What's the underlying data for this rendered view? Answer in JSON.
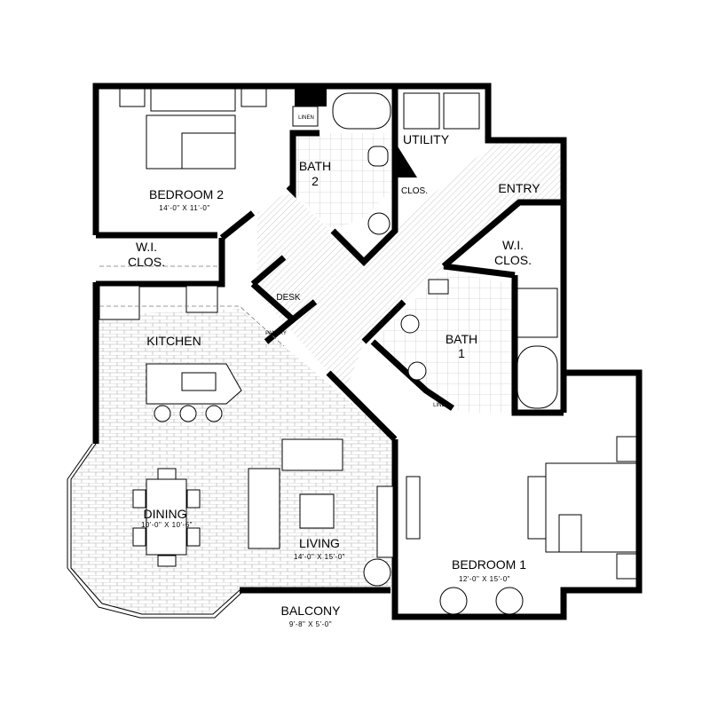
{
  "rooms": {
    "bedroom2": {
      "name": "BEDROOM 2",
      "dims": "14'-0\" X 11'-0\""
    },
    "wi_closet_2": {
      "line1": "W.I.",
      "line2": "CLOS."
    },
    "linen_2": "LINEN",
    "bath2": {
      "line1": "BATH",
      "line2": "2"
    },
    "utility": "UTILITY",
    "closet": "CLOS.",
    "entry": "ENTRY",
    "wi_closet_1": {
      "line1": "W.I.",
      "line2": "CLOS."
    },
    "desk": "DESK",
    "pantry": "PANTRY",
    "kitchen": "KITCHEN",
    "bath1": {
      "line1": "BATH",
      "line2": "1"
    },
    "linen_1": "LINEN",
    "dining": {
      "name": "DINING",
      "dims": "10'-0\" X 10'-6\""
    },
    "living": {
      "name": "LIVING",
      "dims": "14'-0\" X 15'-0\""
    },
    "bedroom1": {
      "name": "BEDROOM 1",
      "dims": "12'-0\" X 15'-0\""
    },
    "balcony": {
      "name": "BALCONY",
      "dims": "9'-8\" X 5'-0\""
    }
  }
}
